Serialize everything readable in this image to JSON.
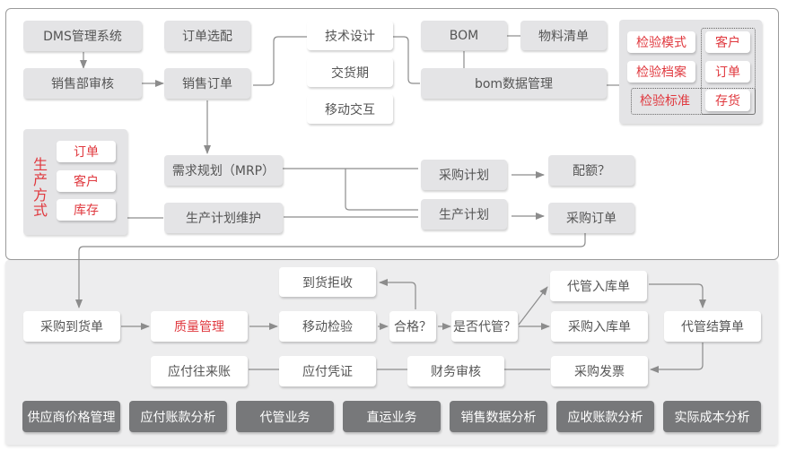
{
  "top_section": {
    "nodes": {
      "dms": "DMS管理系统",
      "order_config": "订单选配",
      "sales_dept_review": "销售部审核",
      "sales_order": "销售订单",
      "tech_design": "技术设计",
      "delivery_period": "交货期",
      "mobile_interaction": "移动交互",
      "bom": "BOM",
      "material_list": "物料清单",
      "bom_data_mgmt": "bom数据管理",
      "mrp": "需求规划（MRP）",
      "production_plan_maint": "生产计划维护",
      "purchase_plan": "采购计划",
      "production_plan": "生产计划",
      "quota": "配额？",
      "purchase_order": "采购订单"
    },
    "inspection_group": {
      "items": [
        "检验模式",
        "检验档案",
        "检验标准"
      ],
      "tags": [
        "客户",
        "订单",
        "存货"
      ]
    },
    "production_mode_group": {
      "label": "生产方式",
      "items": [
        "订单",
        "客户",
        "库存"
      ]
    }
  },
  "bottom_section": {
    "nodes": {
      "goods_rejection": "到货拒收",
      "purchase_arrival": "采购到货单",
      "quality_mgmt": "质量管理",
      "mobile_inspection": "移动检验",
      "qualified": "合格？",
      "consignment_check": "是否代管？",
      "consignment_inbound": "代管入库单",
      "purchase_inbound": "采购入库单",
      "consignment_settlement": "代管结算单",
      "payable_account": "应付往来账",
      "payable_voucher": "应付凭证",
      "finance_review": "财务审核",
      "purchase_invoice": "采购发票"
    },
    "modules": [
      "供应商价格管理",
      "应付账款分析",
      "代管业务",
      "直运业务",
      "销售数据分析",
      "应收账款分析",
      "实际成本分析"
    ]
  },
  "colors": {
    "accent_red": "#e0383e",
    "node_gray": "#e4e4e6",
    "module_dark": "#77787a",
    "connector": "#8c8c8c"
  }
}
